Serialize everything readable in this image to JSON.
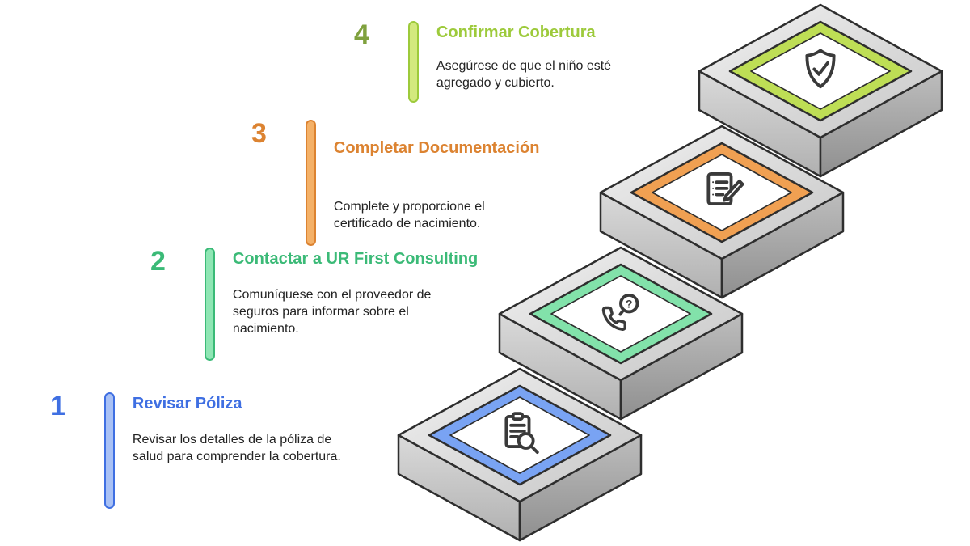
{
  "figure": {
    "type": "staircase-infographic",
    "language": "es",
    "background": "#ffffff",
    "platform_colors": {
      "top": "#e2e2e2",
      "left_face": "#c6c6c6",
      "right_face": "#a4a4a4",
      "outline": "#2e2e2e"
    }
  },
  "icons": {
    "question_mark": "?"
  },
  "steps": [
    {
      "number": "1",
      "title": "Revisar Póliza",
      "description": "Revisar los detalles de la póliza de salud para comprender la cobertura.",
      "accent_color": "#3f6fe2",
      "number_color": "#3f6fe2",
      "bar_fill": "#a9c1f5",
      "diamond_color": "#79a3f3",
      "icon": "document-search-icon"
    },
    {
      "number": "2",
      "title": "Contactar a UR First Consulting",
      "description": "Comuníquese con el proveedor de seguros para informar sobre el nacimiento.",
      "accent_color": "#3bba77",
      "number_color": "#3bba77",
      "bar_fill": "#8fe6b4",
      "diamond_color": "#82e2aa",
      "icon": "phone-question-icon"
    },
    {
      "number": "3",
      "title": "Completar Documentación",
      "description": "Complete y proporcione el certificado de nacimiento.",
      "accent_color": "#dc8331",
      "number_color": "#dc8331",
      "bar_fill": "#f4b168",
      "diamond_color": "#f0a052",
      "icon": "document-pen-icon"
    },
    {
      "number": "4",
      "title": "Confirmar Cobertura",
      "description": "Asegúrese de que el niño esté agregado y cubierto.",
      "accent_color": "#9dca3b",
      "number_color": "#7fa13e",
      "bar_fill": "#d3e97e",
      "diamond_color": "#bede55",
      "icon": "shield-check-icon"
    }
  ]
}
